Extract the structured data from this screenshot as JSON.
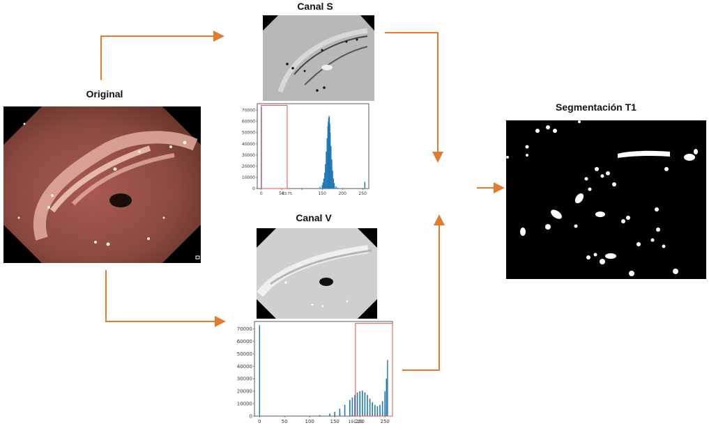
{
  "labels": {
    "original": "Original",
    "canal_s": "Canal S",
    "canal_v": "Canal V",
    "segmentation": "Segmentación T1"
  },
  "colors": {
    "arrow": "#e07b30",
    "histogram_bar": "#1f77b4",
    "threshold_box": "#e05050",
    "panel_dark": "#000000"
  },
  "chart_data": [
    {
      "type": "bar",
      "name": "canal-s-histogram",
      "title": "",
      "xlabel": "",
      "ylabel": "",
      "xlim": [
        -10,
        265
      ],
      "ylim": [
        0,
        76000
      ],
      "x_ticks": [
        0,
        50,
        100,
        150,
        200,
        250
      ],
      "x_tick_labels": [
        "0",
        "50",
        "",
        "150",
        "200",
        "250"
      ],
      "y_ticks": [
        0,
        10000,
        20000,
        30000,
        40000,
        50000,
        60000,
        70000
      ],
      "threshold": 63.75,
      "threshold_label": "63.75",
      "threshold_range": [
        0,
        63.75
      ],
      "spikes": [
        {
          "x": 0,
          "y": 73000
        },
        {
          "x": 255,
          "y": 6000
        }
      ],
      "bins_x": [
        140,
        145,
        150,
        152,
        154,
        156,
        158,
        160,
        162,
        164,
        165,
        166,
        167,
        168,
        169,
        170,
        172,
        174,
        176,
        178,
        180,
        184,
        188,
        195
      ],
      "bins_y": [
        500,
        1500,
        3000,
        5500,
        9000,
        14000,
        22000,
        33000,
        45000,
        56000,
        60000,
        63000,
        65000,
        64000,
        58000,
        50000,
        38000,
        26000,
        16000,
        9000,
        5000,
        2000,
        800,
        200
      ]
    },
    {
      "type": "bar",
      "name": "canal-v-histogram",
      "title": "",
      "xlabel": "",
      "ylabel": "",
      "xlim": [
        -10,
        265
      ],
      "ylim": [
        0,
        76000
      ],
      "x_ticks": [
        0,
        50,
        100,
        150,
        200,
        250
      ],
      "x_tick_labels": [
        "0",
        "50",
        "100",
        "150",
        "200",
        "250"
      ],
      "y_ticks": [
        0,
        10000,
        20000,
        30000,
        40000,
        50000,
        60000,
        70000
      ],
      "threshold": 191.25,
      "threshold_label": "191.25",
      "threshold_range": [
        191.25,
        265
      ],
      "spikes": [
        {
          "x": 0,
          "y": 73000
        },
        {
          "x": 255,
          "y": 45000
        }
      ],
      "bins_x": [
        100,
        120,
        140,
        150,
        160,
        170,
        180,
        185,
        190,
        195,
        200,
        205,
        210,
        215,
        220,
        225,
        230,
        235,
        240,
        245,
        250,
        253
      ],
      "bins_y": [
        300,
        800,
        2000,
        3500,
        6000,
        9000,
        13000,
        15000,
        17000,
        19000,
        20000,
        20500,
        19000,
        17000,
        14000,
        11000,
        9000,
        8000,
        9000,
        12000,
        20000,
        30000
      ]
    }
  ]
}
